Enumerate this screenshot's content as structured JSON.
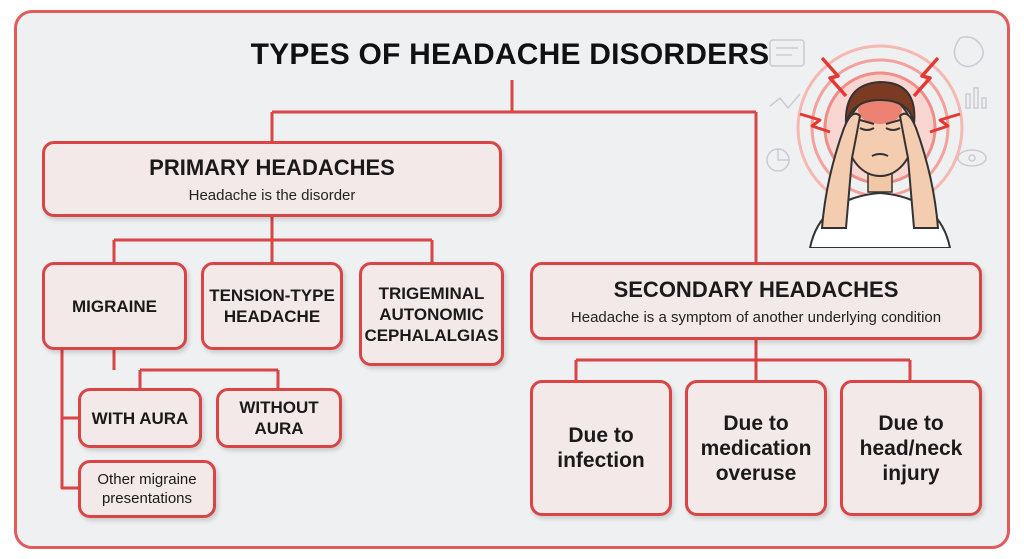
{
  "title": "TYPES OF HEADACHE DISORDERS",
  "primary": {
    "heading": "PRIMARY HEADACHES",
    "subtitle": "Headache is the disorder",
    "types": {
      "migraine": "MIGRAINE",
      "tension": "TENSION-TYPE HEADACHE",
      "trigeminal": "TRIGEMINAL AUTONOMIC CEPHALALGIAS"
    },
    "migraine_subtypes": {
      "with_aura": "WITH AURA",
      "without_aura": "WITHOUT AURA",
      "other": "Other migraine presentations"
    }
  },
  "secondary": {
    "heading": "SECONDARY HEADACHES",
    "subtitle": "Headache is a symptom of another underlying condition",
    "causes": {
      "infection": "Due to infection",
      "medication": "Due to medication overuse",
      "injury": "Due to head/neck injury"
    }
  },
  "colors": {
    "accent": "#d94545",
    "box_fill": "#f3e9e8",
    "background": "#eef0f2"
  },
  "illustration": {
    "icon": "headache-person-icon"
  }
}
